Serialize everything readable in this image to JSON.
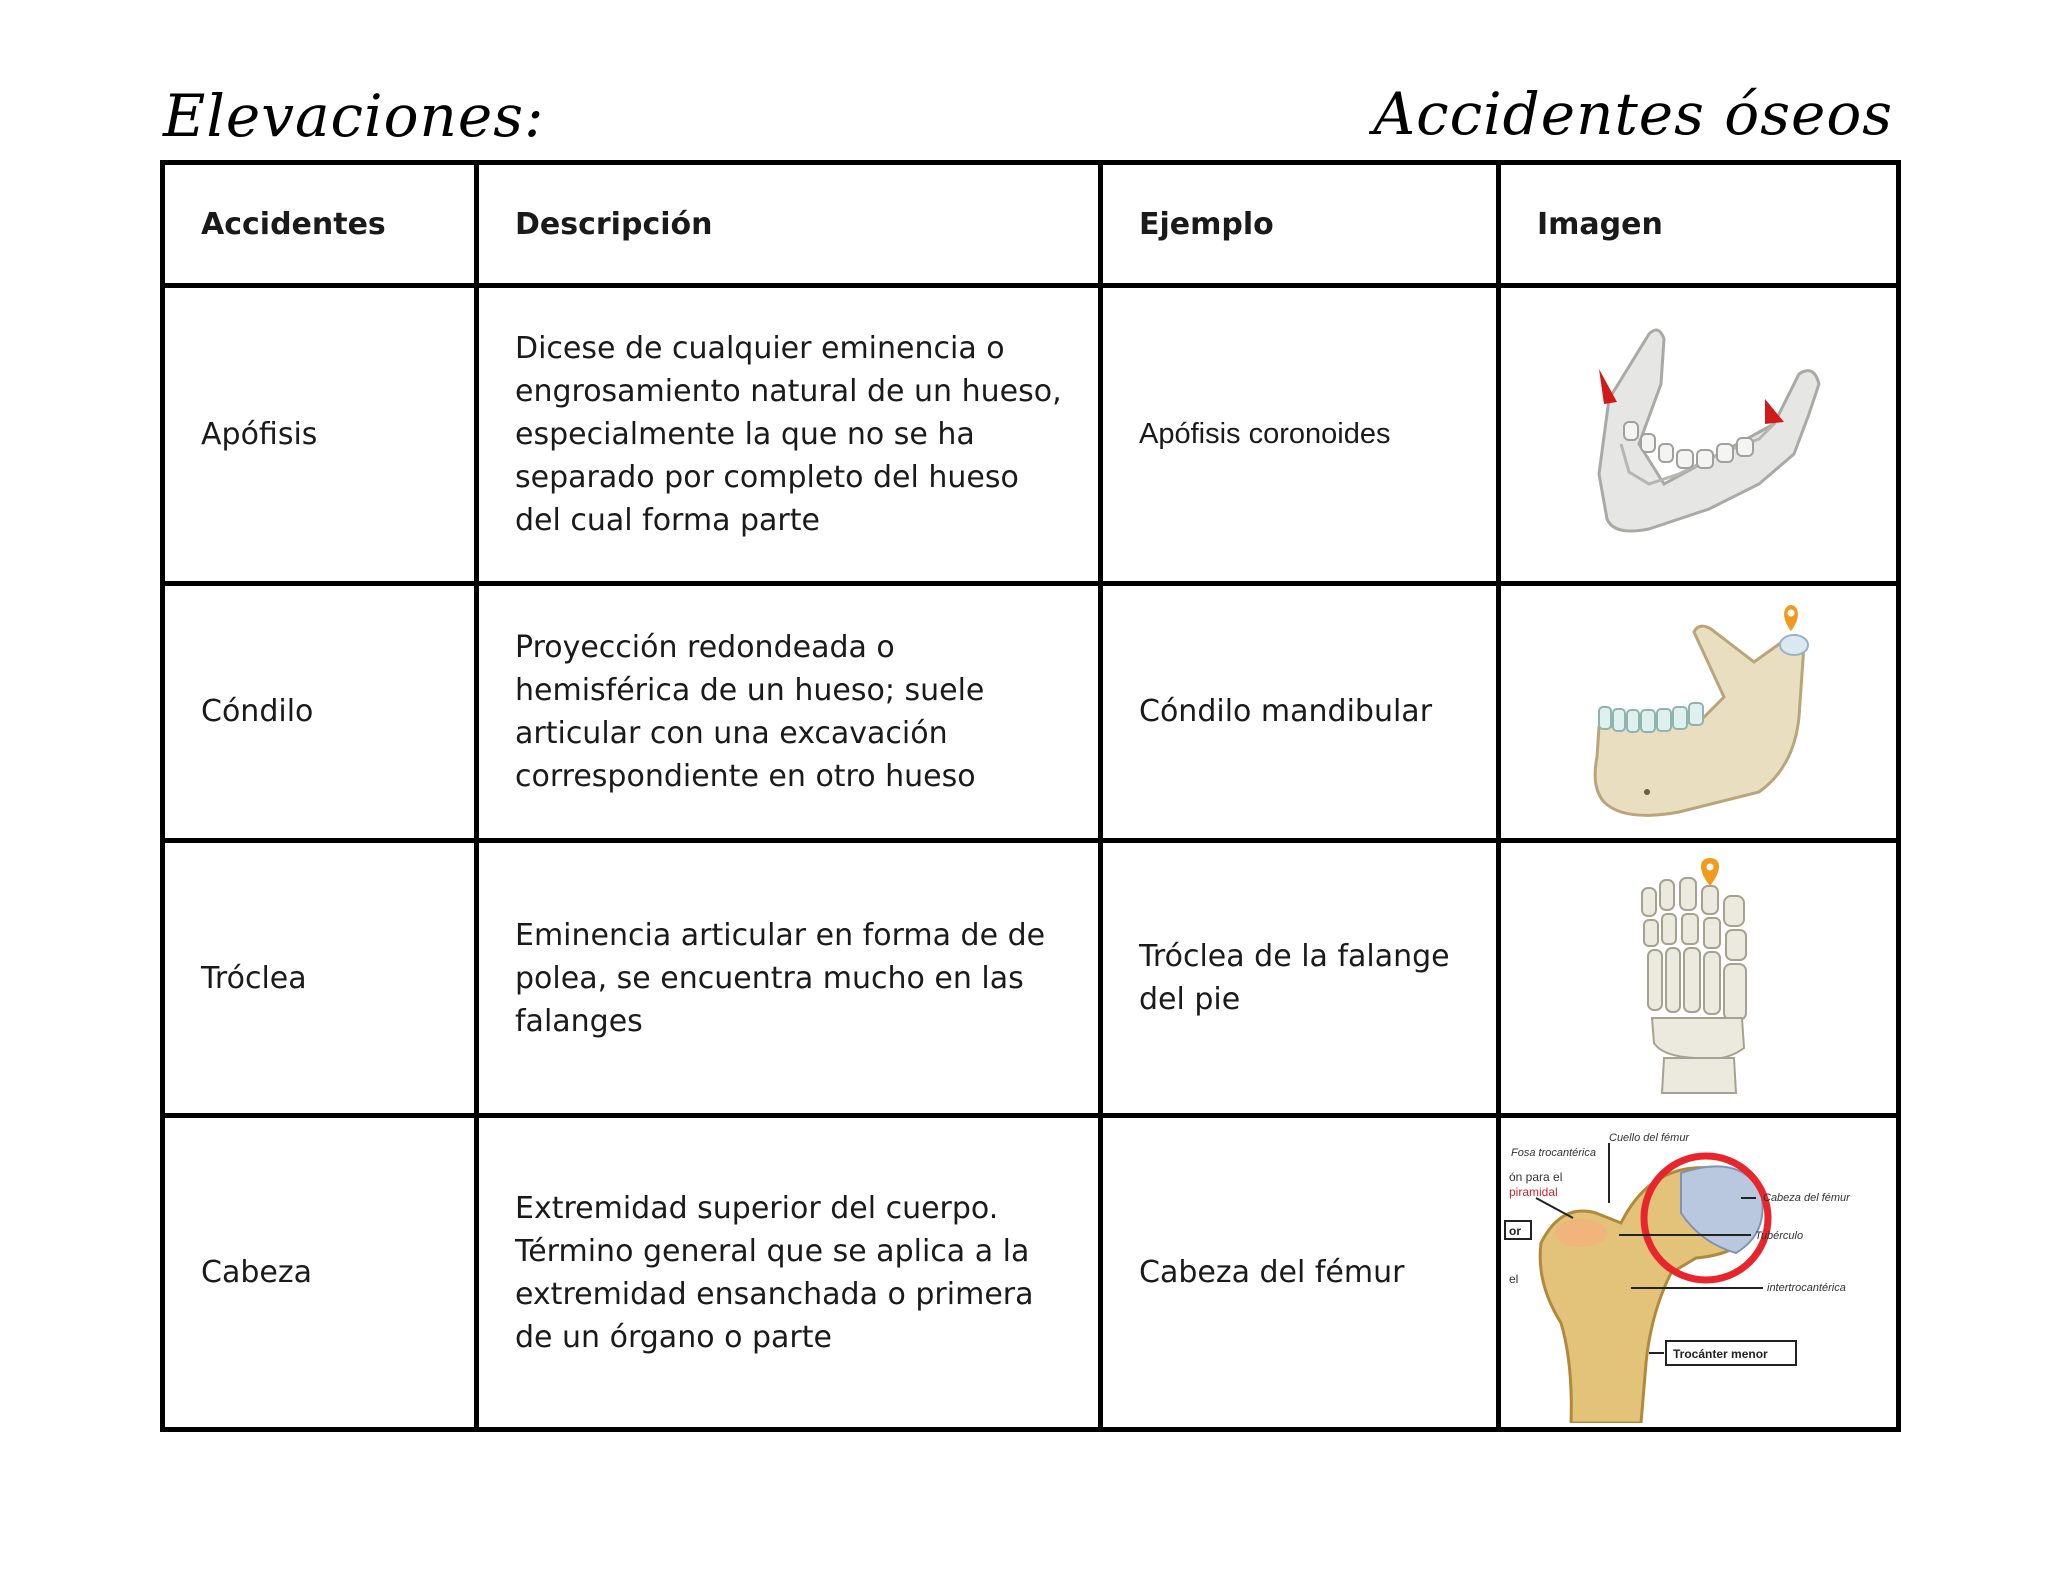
{
  "header": {
    "left_title": "Elevaciones:",
    "right_title": "Accidentes óseos"
  },
  "table": {
    "columns": [
      "Accidentes",
      "Descripción",
      "Ejemplo",
      "Imagen"
    ],
    "rows": [
      {
        "accidente": "Apófisis",
        "descripcion": "Dicese de cualquier eminencia o engrosamiento natural de un hueso, especialmente la que no se ha separado por completo del hueso del cual forma parte",
        "ejemplo": "Apófisis coronoides",
        "imagen_icon": "mandible-coronoid-illustration"
      },
      {
        "accidente": "Cóndilo",
        "descripcion": "Proyección redondeada o hemisférica de un hueso; suele articular con una excavación correspondiente en otro hueso",
        "ejemplo": "Cóndilo mandibular",
        "imagen_icon": "mandible-condyle-illustration"
      },
      {
        "accidente": "Tróclea",
        "descripcion": "Eminencia articular en forma de de polea, se encuentra mucho en las falanges",
        "ejemplo": "Tróclea de la falange del pie",
        "imagen_icon": "foot-skeleton-illustration"
      },
      {
        "accidente": "Cabeza",
        "descripcion": "Extremidad superior del cuerpo. Término general que se aplica a la extremidad ensanchada o primera de un órgano o parte",
        "ejemplo": "Cabeza del fémur",
        "imagen_icon": "femur-head-illustration",
        "imagen_labels": {
          "fosa": "Fosa trocantérica",
          "cuello": "Cuello del fémur",
          "para": "ón para el",
          "piramidal": "piramidal",
          "or": "or",
          "el": "el",
          "cabeza": "Cabeza del fémur",
          "tuberculo": "Tubérculo",
          "intertro": "intertrocantérica",
          "trocanter": "Trocánter menor"
        }
      }
    ]
  },
  "colors": {
    "highlight_red": "#d11a1a",
    "bone": "#e9dfc0",
    "pin_orange": "#f29a1d",
    "circle_red": "#e8252b"
  }
}
